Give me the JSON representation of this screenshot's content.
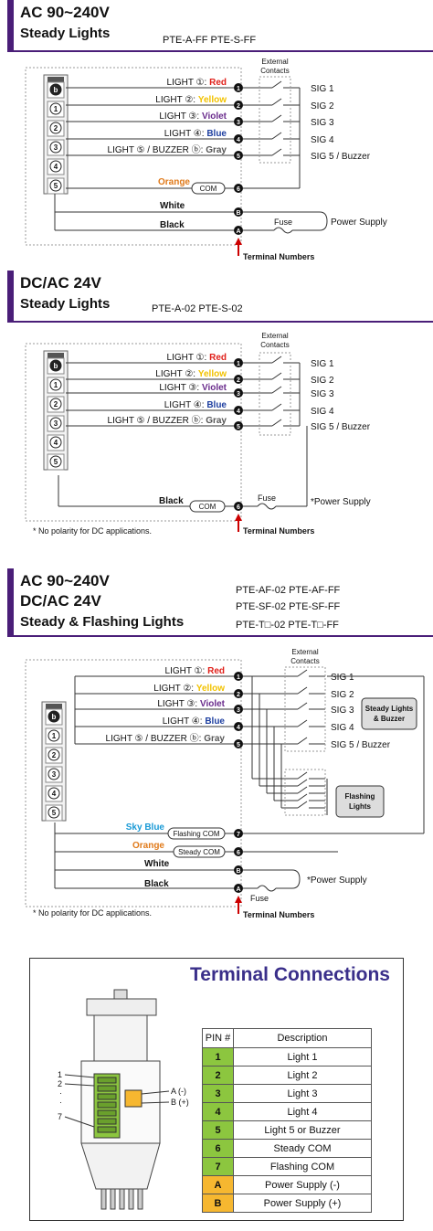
{
  "section1": {
    "title": "AC 90~240V",
    "subtitle": "Steady Lights",
    "models": "PTE-A-FF   PTE-S-FF",
    "lights": [
      {
        "prefix": "LIGHT ①: ",
        "color_name": "Red",
        "color": "#e0201a"
      },
      {
        "prefix": "LIGHT ②: ",
        "color_name": "Yellow",
        "color": "#f2c200"
      },
      {
        "prefix": "LIGHT ③: ",
        "color_name": "Violet",
        "color": "#6a2c8c"
      },
      {
        "prefix": "LIGHT ④: ",
        "color_name": "Blue",
        "color": "#1e3fa0"
      },
      {
        "prefix": "LIGHT ⑤ / BUZZER ⓑ: ",
        "color_name": "Gray",
        "color": "#555555"
      }
    ],
    "terminals": [
      "1",
      "2",
      "3",
      "4",
      "5",
      "6",
      "B",
      "A"
    ],
    "sigs": [
      "SIG 1",
      "SIG 2",
      "SIG 3",
      "SIG 4",
      "SIG 5 / Buzzer"
    ],
    "ext_contacts": [
      "External",
      "Contacts"
    ],
    "orange_label": "Orange",
    "com_label": "COM",
    "white_label": "White",
    "black_label": "Black",
    "fuse_label": "Fuse",
    "power_supply": "Power Supply",
    "terminal_numbers": "Terminal Numbers",
    "tower_buttons": [
      "b",
      "1",
      "2",
      "3",
      "4",
      "5"
    ]
  },
  "section2": {
    "title": "DC/AC 24V",
    "subtitle": "Steady Lights",
    "models": "PTE-A-02   PTE-S-02",
    "lights": [
      {
        "prefix": "LIGHT ①: ",
        "color_name": "Red",
        "color": "#e0201a"
      },
      {
        "prefix": "LIGHT ②: ",
        "color_name": "Yellow",
        "color": "#f2c200"
      },
      {
        "prefix": "LIGHT ③: ",
        "color_name": "Violet",
        "color": "#6a2c8c"
      },
      {
        "prefix": "LIGHT ④: ",
        "color_name": "Blue",
        "color": "#1e3fa0"
      },
      {
        "prefix": "LIGHT ⑤ / BUZZER ⓑ: ",
        "color_name": "Gray",
        "color": "#555555"
      }
    ],
    "sigs": [
      "SIG 1",
      "SIG 2",
      "SIG 3",
      "SIG 4",
      "SIG 5 / Buzzer"
    ],
    "ext_contacts": [
      "External",
      "Contacts"
    ],
    "black_label": "Black",
    "com_label": "COM",
    "fuse_label": "Fuse",
    "power_supply": "*Power Supply",
    "terminal_numbers": "Terminal Numbers",
    "note": "*  No polarity for DC applications."
  },
  "section3": {
    "title_line1": "AC 90~240V",
    "title_line2": "DC/AC 24V",
    "subtitle": "Steady & Flashing Lights",
    "models": [
      "PTE-AF-02   PTE-AF-FF",
      "PTE-SF-02   PTE-SF-FF",
      "PTE-T□-02   PTE-T□-FF"
    ],
    "lights": [
      {
        "prefix": "LIGHT ①: ",
        "color_name": "Red",
        "color": "#e0201a"
      },
      {
        "prefix": "LIGHT ②: ",
        "color_name": "Yellow",
        "color": "#f2c200"
      },
      {
        "prefix": "LIGHT ③: ",
        "color_name": "Violet",
        "color": "#6a2c8c"
      },
      {
        "prefix": "LIGHT ④: ",
        "color_name": "Blue",
        "color": "#1e3fa0"
      },
      {
        "prefix": "LIGHT ⑤ / BUZZER ⓑ: ",
        "color_name": "Gray",
        "color": "#555555"
      }
    ],
    "sigs": [
      "SIG 1",
      "SIG 2",
      "SIG 3",
      "SIG 4",
      "SIG 5 / Buzzer"
    ],
    "ext_contacts": [
      "External",
      "Contacts"
    ],
    "steady_box": [
      "Steady Lights",
      "& Buzzer"
    ],
    "flashing_box": [
      "Flashing",
      "Lights"
    ],
    "sky_blue_label": "Sky Blue",
    "flashing_com": "Flashing COM",
    "orange_label": "Orange",
    "steady_com": "Steady COM",
    "white_label": "White",
    "black_label": "Black",
    "fuse_label": "Fuse",
    "power_supply": "*Power Supply",
    "terminal_numbers": "Terminal Numbers",
    "note": "*  No polarity for DC applications."
  },
  "terminal_connections": {
    "title": "Terminal Connections",
    "header": {
      "pin": "PIN #",
      "desc": "Description"
    },
    "rows": [
      {
        "pin": "1",
        "desc": "Light 1",
        "color": "#8cc63f"
      },
      {
        "pin": "2",
        "desc": "Light 2",
        "color": "#8cc63f"
      },
      {
        "pin": "3",
        "desc": "Light 3",
        "color": "#8cc63f"
      },
      {
        "pin": "4",
        "desc": "Light 4",
        "color": "#8cc63f"
      },
      {
        "pin": "5",
        "desc": "Light 5 or Buzzer",
        "color": "#8cc63f"
      },
      {
        "pin": "6",
        "desc": "Steady COM",
        "color": "#8cc63f"
      },
      {
        "pin": "7",
        "desc": "Flashing COM",
        "color": "#8cc63f"
      },
      {
        "pin": "A",
        "desc": "Power Supply (-)",
        "color": "#f6b730"
      },
      {
        "pin": "B",
        "desc": "Power Supply (+)",
        "color": "#f6b730"
      }
    ],
    "device_labels": {
      "pin1": "1",
      "pin2": "2",
      "dot1": "·",
      "dot2": "·",
      "pin7": "7",
      "a": "A (-)",
      "b": "B (+)"
    }
  }
}
